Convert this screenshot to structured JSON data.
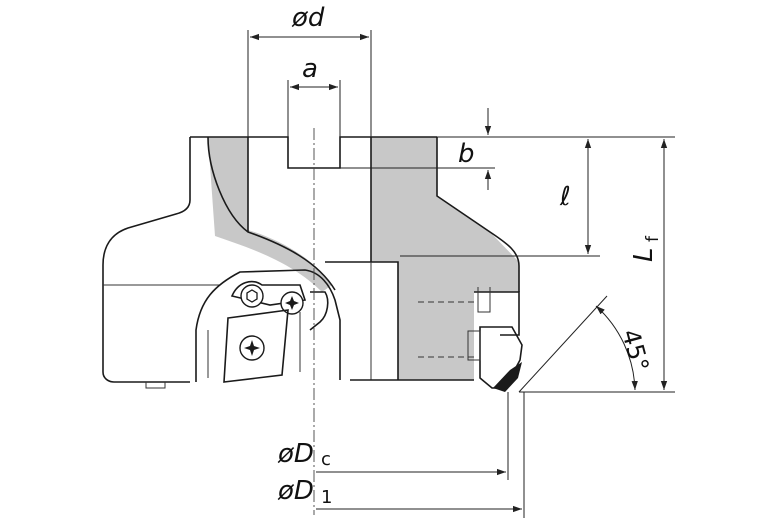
{
  "diagram": {
    "labels": {
      "bore_diameter": "ød",
      "keyway_width": "a",
      "keyway_depth": "b",
      "bore_length": "ℓ",
      "functional_length_main": "L",
      "functional_length_sub": "f",
      "lead_angle": "45°",
      "cutting_diameter_main": "øD",
      "cutting_diameter_sub": "c",
      "max_diameter_main": "øD",
      "max_diameter_sub": "1"
    },
    "colors": {
      "section_fill": "#c8c8c8",
      "outline": "#1a1a1a",
      "background": "#ffffff"
    }
  }
}
